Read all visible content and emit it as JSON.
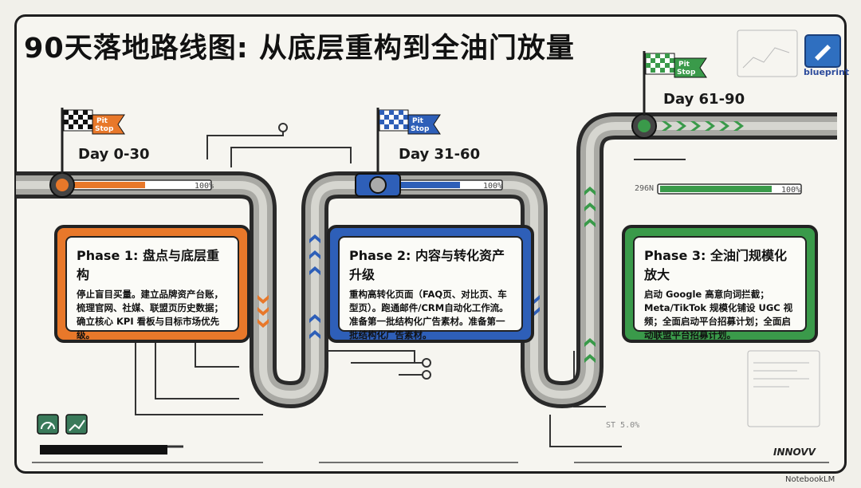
{
  "title": "90天落地路线图: 从底层重构到全油门放量",
  "brand": {
    "logo_label": "blueprint",
    "footer_brand": "INNOVV",
    "watermark": "NotebookLM"
  },
  "pit_stop_label": "Pit Stop",
  "phases": [
    {
      "day": "Day 0-30",
      "title": "Phase 1: 盘点与底层重构",
      "body": "停止盲目买量。建立品牌资产台账，梳理官网、社媒、联盟页历史数据；确立核心 KPI 看板与目标市场优先级。",
      "progress_label": "100%",
      "color": "#e8782a",
      "flag_color": "#e8782a"
    },
    {
      "day": "Day 31-60",
      "title": "Phase 2: 内容与转化资产升级",
      "body": "重构高转化页面（FAQ页、对比页、车型页）。跑通邮件/CRM自动化工作流。准备第一批结构化广告素材。准备第一批结构化广告素材。",
      "progress_label": "100%",
      "color": "#2e5fb8",
      "flag_color": "#2e5fb8"
    },
    {
      "day": "Day 61-90",
      "title": "Phase 3: 全油门规模化放大",
      "body": "启动 Google 高意向词拦截；Meta/TikTok 规模化铺设 UGC 视频；全面启动平台招募计划；全面启动联盟平台招募计划。",
      "progress_label": "100%",
      "color": "#3a9a4a",
      "flag_color": "#3a9a4a"
    }
  ],
  "gauge_label": "296N",
  "st_label": "ST 5.0%",
  "icons": [
    "speedometer-icon",
    "chart-icon",
    "flag-icon",
    "blueprint-logo-icon"
  ]
}
